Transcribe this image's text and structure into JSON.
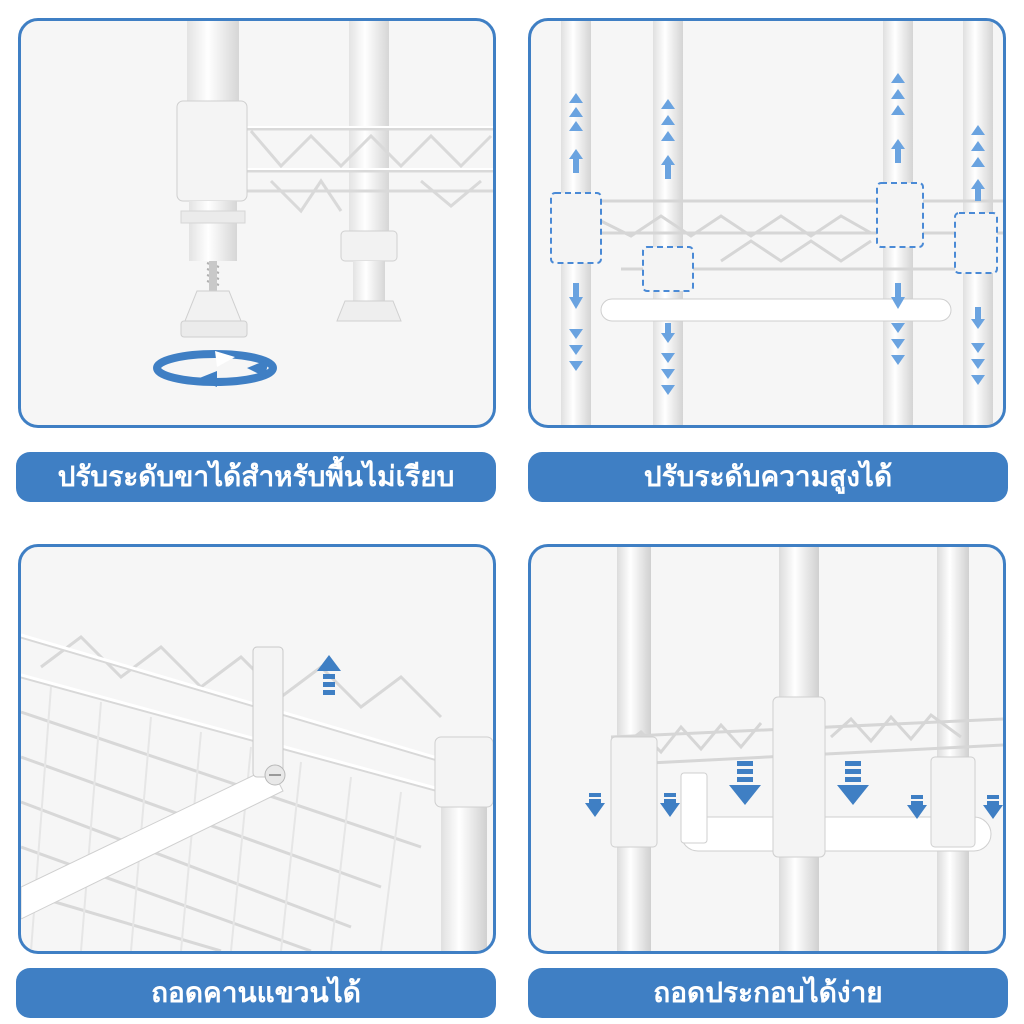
{
  "colors": {
    "accent": "#3f7fc4",
    "panel_bg": "#f6f6f6",
    "rack": "#ffffff",
    "rack_shadow": "#dcdcdc"
  },
  "features": [
    {
      "id": "leveling-feet",
      "label": "ปรับระดับขาได้สำหรับพื้นไม่เรียบ",
      "icon": "rotate-arrow-icon"
    },
    {
      "id": "adjustable-height",
      "label": "ปรับระดับความสูงได้",
      "icon": "up-down-arrows-icon"
    },
    {
      "id": "removable-rod",
      "label": "ถอดคานแขวนได้",
      "icon": "up-arrow-icon"
    },
    {
      "id": "easy-assembly",
      "label": "ถอดประกอบได้ง่าย",
      "icon": "down-arrow-icon"
    }
  ]
}
